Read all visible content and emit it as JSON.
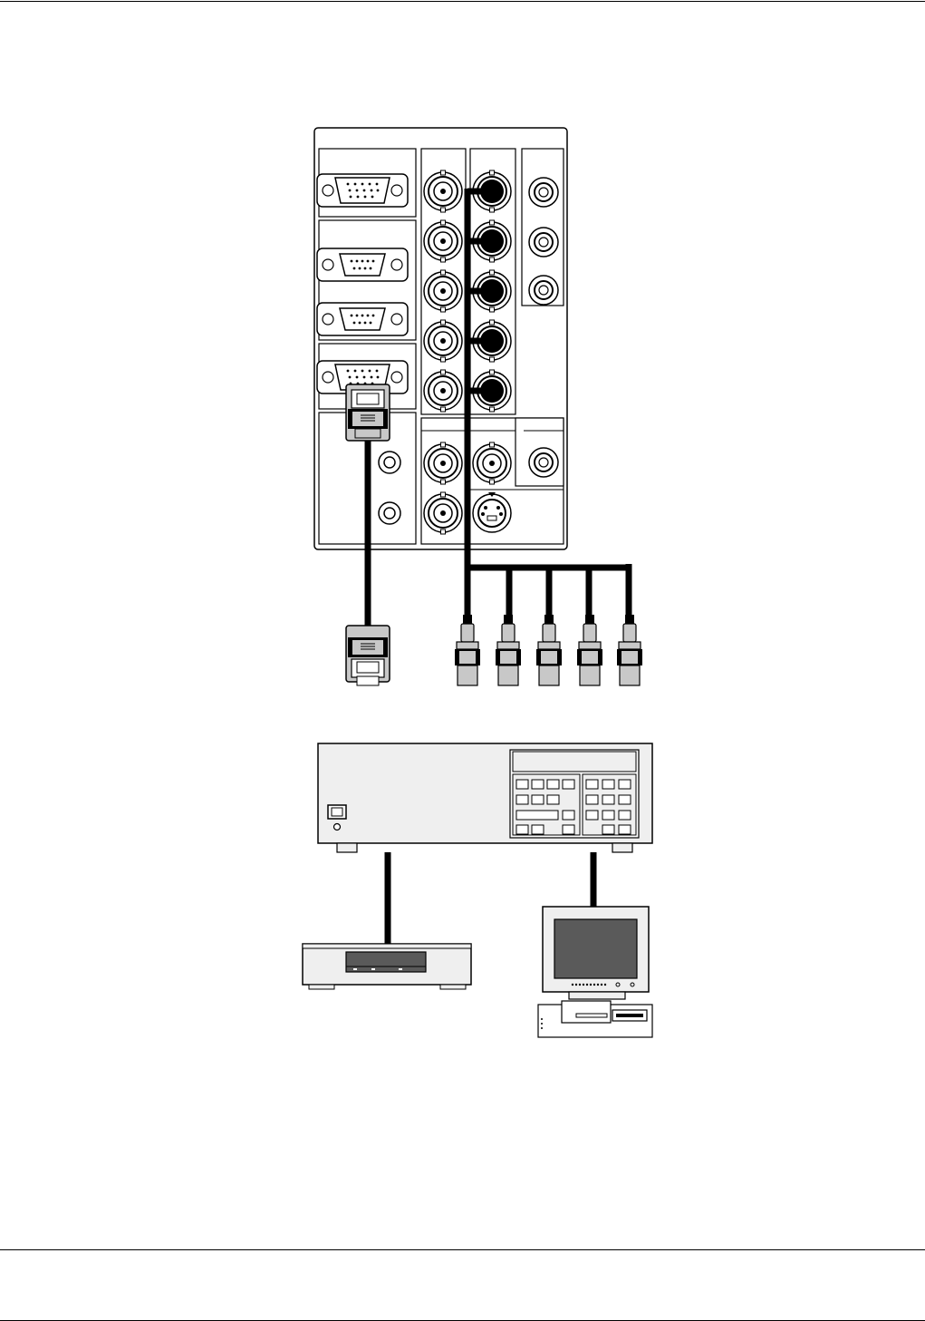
{
  "page": {
    "header_text": "",
    "footer_text": ""
  },
  "diagram": {
    "components": [
      {
        "id": "projector-input-panel",
        "icon": "projector-rear-panel-icon"
      },
      {
        "id": "d-sub-cable",
        "icon": "vga-connector-icon"
      },
      {
        "id": "bnc-cable",
        "icon": "bnc-connector-icon"
      },
      {
        "id": "switcher",
        "icon": "switcher-icon"
      },
      {
        "id": "vcr",
        "icon": "vcr-icon"
      },
      {
        "id": "computer",
        "icon": "computer-icon"
      }
    ],
    "colors": {
      "line": "#000000",
      "panel_fill": "#ffffff",
      "connector_fill": "#c8c8c8",
      "device_fill": "#efefef",
      "screen_fill": "#5a5a5a"
    }
  }
}
